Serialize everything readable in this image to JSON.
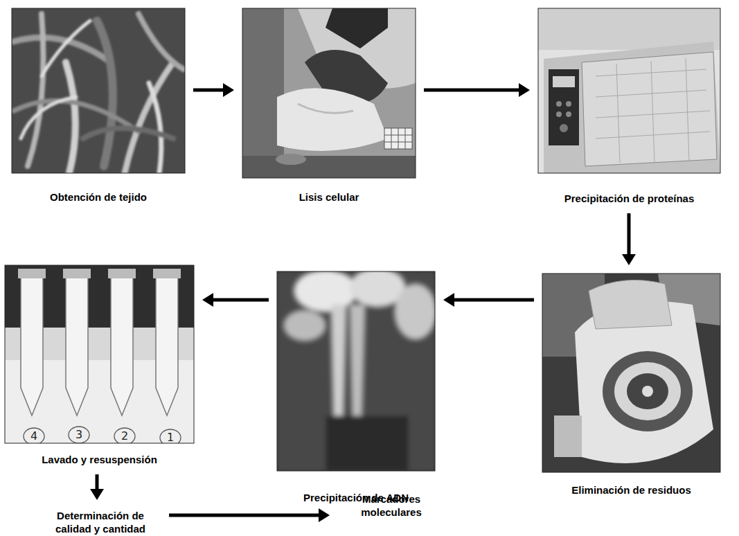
{
  "diagram": {
    "nodes": [
      {
        "text": [
          "Obtención de tejido"
        ]
      },
      {
        "text": [
          "Lisis celular"
        ]
      },
      {
        "text": [
          "Precipitación de proteínas"
        ]
      },
      {
        "text": [
          "Eliminación de residuos"
        ]
      },
      {
        "text": [
          "Precipitación de ADN"
        ]
      },
      {
        "text": [
          "Lavado y resuspensión"
        ]
      },
      {
        "text": [
          "Determinación de calidad y cantidad"
        ]
      },
      {
        "text": [
          "Marcadores moleculares"
        ]
      }
    ],
    "edges": [
      {
        "from": 0,
        "to": 1,
        "arrow": "to"
      },
      {
        "from": 1,
        "to": 2,
        "arrow": "to"
      },
      {
        "from": 2,
        "to": 3,
        "arrow": "to"
      },
      {
        "from": 3,
        "to": 4,
        "arrow": "to"
      },
      {
        "from": 4,
        "to": 5,
        "arrow": "to"
      },
      {
        "from": 5,
        "to": 6,
        "arrow": "to"
      },
      {
        "from": 6,
        "to": 7,
        "arrow": "to"
      }
    ],
    "labels": [
      "4",
      "3",
      "2",
      "1"
    ]
  }
}
